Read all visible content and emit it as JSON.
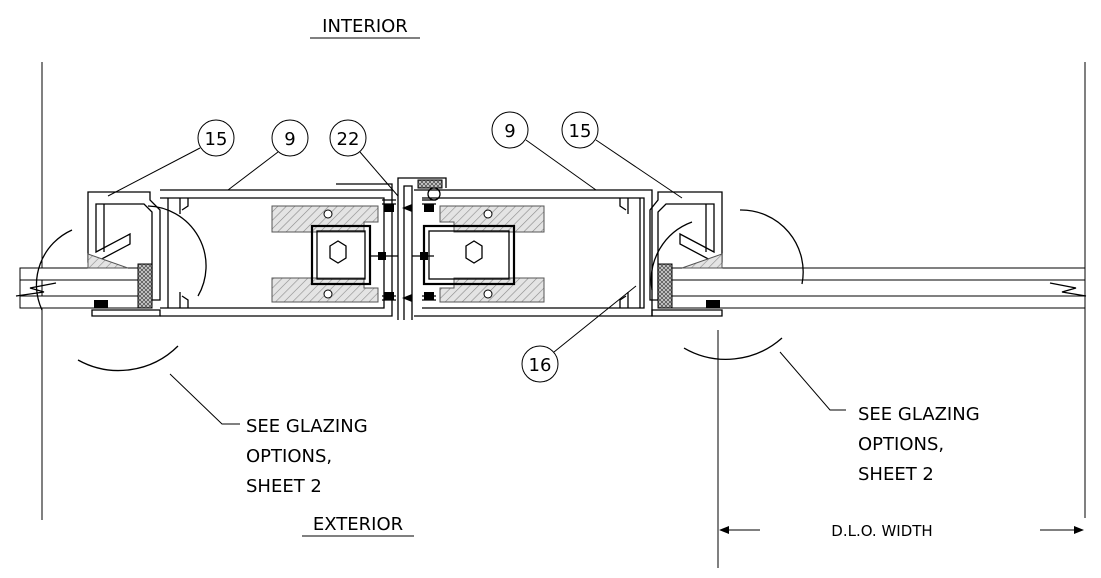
{
  "labels": {
    "interior": "INTERIOR",
    "exterior": "EXTERIOR",
    "dlo": "D.L.O. WIDTH"
  },
  "notes": {
    "left": [
      "SEE GLAZING",
      "OPTIONS,",
      "SHEET 2"
    ],
    "right": [
      "SEE GLAZING",
      "OPTIONS,",
      "SHEET 2"
    ]
  },
  "callouts": {
    "c15_left": "15",
    "c9_left": "9",
    "c22": "22",
    "c9_right": "9",
    "c15_right": "15",
    "c16": "16"
  }
}
